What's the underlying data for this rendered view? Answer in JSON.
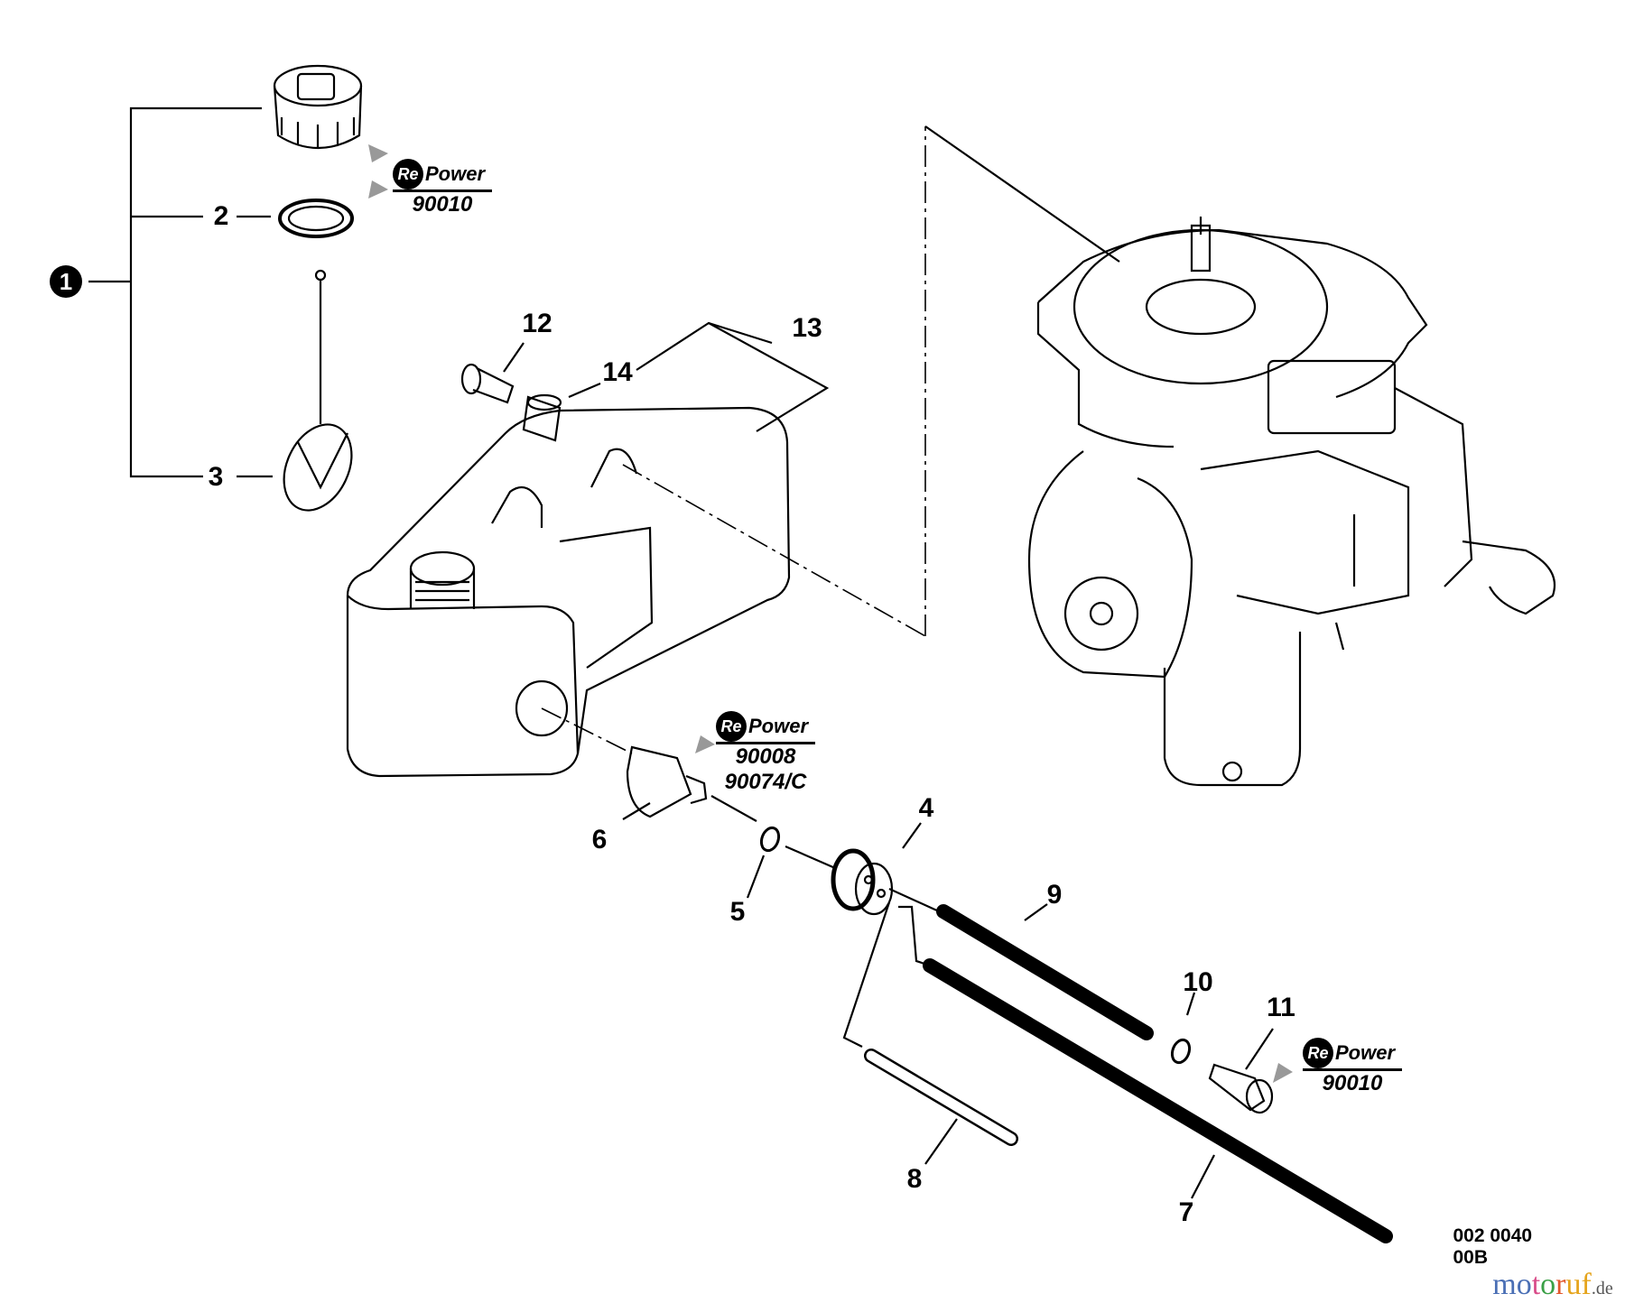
{
  "diagram_code": "002 0040 00B",
  "watermark": {
    "text": "motoruf",
    "suffix": ".de",
    "letters": [
      {
        "c": "m",
        "color": "#4a6fb5"
      },
      {
        "c": "o",
        "color": "#4a6fb5"
      },
      {
        "c": "t",
        "color": "#d94c8a"
      },
      {
        "c": "o",
        "color": "#3ba047"
      },
      {
        "c": "r",
        "color": "#e2572b"
      },
      {
        "c": "u",
        "color": "#e5a41c"
      },
      {
        "c": "f",
        "color": "#e5a41c"
      }
    ]
  },
  "assembly_label": "1",
  "callouts": {
    "p2": "2",
    "p3": "3",
    "p4": "4",
    "p5": "5",
    "p6": "6",
    "p7": "7",
    "p8": "8",
    "p9": "9",
    "p10": "10",
    "p11": "11",
    "p12": "12",
    "p13": "13",
    "p14": "14"
  },
  "repower_badges": [
    {
      "brand_re": "Re",
      "brand_power": "Power",
      "parts": [
        "90010"
      ]
    },
    {
      "brand_re": "Re",
      "brand_power": "Power",
      "parts": [
        "90008",
        "90074/C"
      ]
    },
    {
      "brand_re": "Re",
      "brand_power": "Power",
      "parts": [
        "90010"
      ]
    }
  ]
}
